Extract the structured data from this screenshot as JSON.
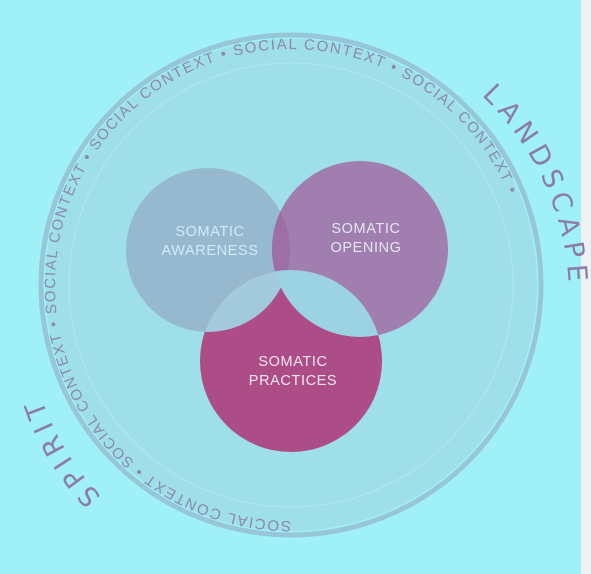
{
  "outer_labels": {
    "top_right": "LANDSCAPE",
    "bottom_left": "SPIRIT"
  },
  "ring": {
    "label": "SOCIAL CONTEXT",
    "separator": "•"
  },
  "circles": {
    "awareness": {
      "line1": "SOMATIC",
      "line2": "AWARENESS"
    },
    "opening": {
      "line1": "SOMATIC",
      "line2": "OPENING"
    },
    "practices": {
      "line1": "SOMATIC",
      "line2": "PRACTICES"
    }
  },
  "colors": {
    "background": "#9ff1f7",
    "ring_band": "#9fdfe9",
    "ring_stroke": "#95c3d6",
    "awareness": "#96b9cf",
    "opening": "#a07fb0",
    "practices": "#ad4d87",
    "text": "#8a89b0"
  }
}
